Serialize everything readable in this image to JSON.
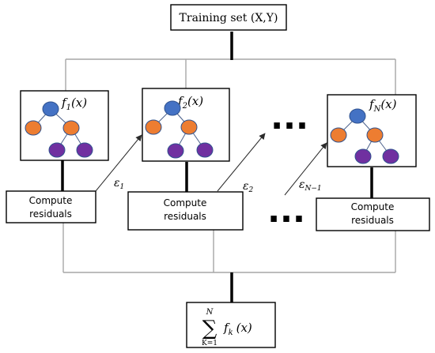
{
  "training_set": {
    "label": "Training set (X,Y)"
  },
  "models": [
    {
      "base": "f",
      "sub": "1",
      "arg": "(x)"
    },
    {
      "base": "f",
      "sub": "2",
      "arg": "(x)"
    },
    {
      "base": "f",
      "sub": "N",
      "arg": "(x)"
    }
  ],
  "residual_boxes": [
    {
      "line1": "Compute",
      "line2": "residuals"
    },
    {
      "line1": "Compute",
      "line2": "residuals"
    },
    {
      "line1": "Compute",
      "line2": "residuals"
    }
  ],
  "errors": [
    {
      "base": "ε",
      "sub": "1"
    },
    {
      "base": "ε",
      "sub": "2"
    },
    {
      "base": "ε",
      "sub": "N−1"
    }
  ],
  "ellipsis": "...",
  "sum": {
    "sigma": "∑",
    "upper": "N",
    "lower": "K=1",
    "term_base": "f",
    "term_sub": "k",
    "term_arg": "(x)"
  },
  "colors": {
    "root": "#4472c4",
    "internal": "#ed7d31",
    "leaf": "#7030a0",
    "node_stroke": "#2f528f"
  }
}
